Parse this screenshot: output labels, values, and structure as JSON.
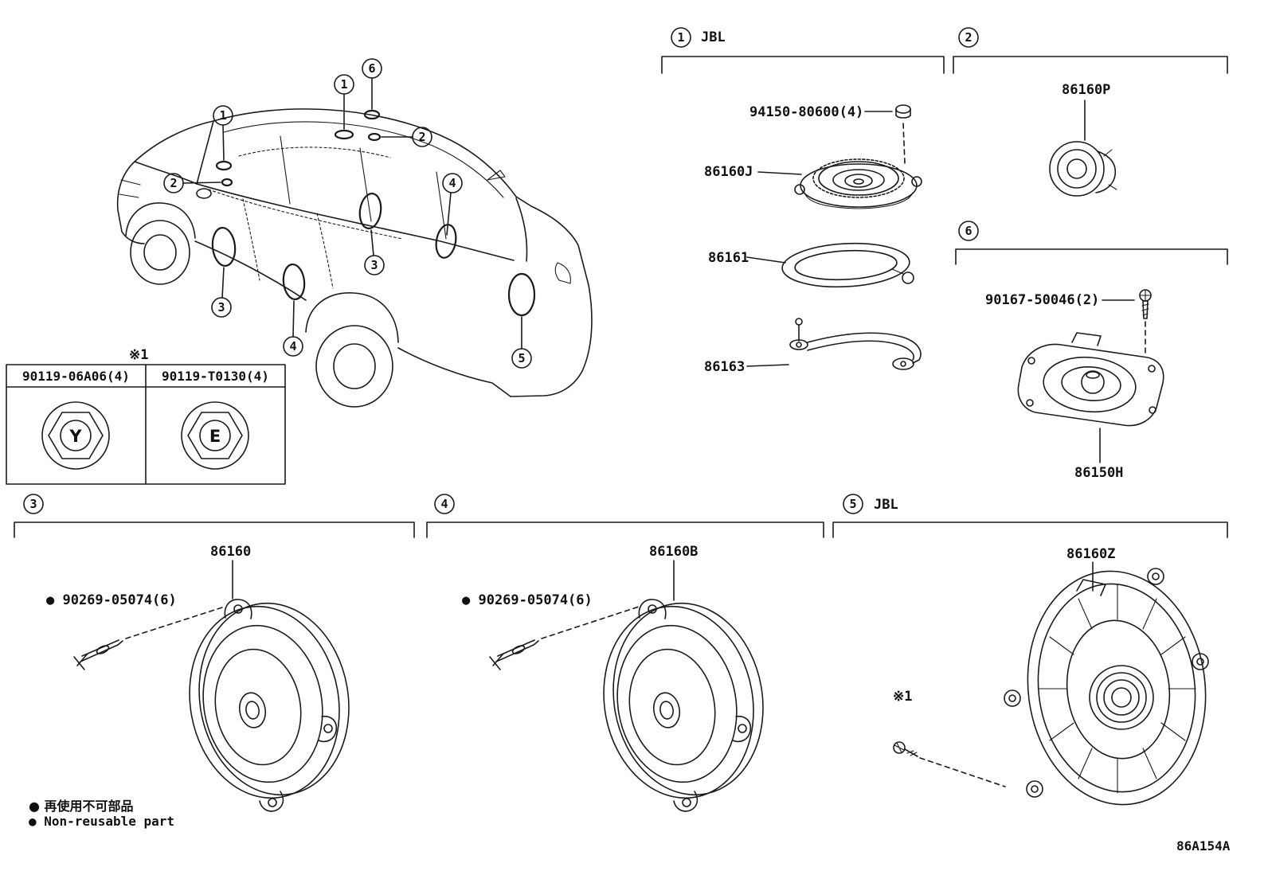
{
  "doc_code": "86A154A",
  "legend": {
    "jp": "● 再使用不可部品",
    "en": "● Non-reusable part"
  },
  "fastener_box": {
    "note": "※1",
    "cells": [
      {
        "part_no": "90119-06A06(4)",
        "letter": "Y"
      },
      {
        "part_no": "90119-T0130(4)",
        "letter": "E"
      }
    ]
  },
  "car_callouts": [
    {
      "n": "1"
    },
    {
      "n": "6"
    },
    {
      "n": "1"
    },
    {
      "n": "2"
    },
    {
      "n": "2"
    },
    {
      "n": "4"
    },
    {
      "n": "3"
    },
    {
      "n": "3"
    },
    {
      "n": "4"
    },
    {
      "n": "5"
    }
  ],
  "sections": {
    "s1": {
      "num": "1",
      "brand": "JBL",
      "nut": "94150-80600(4)",
      "speaker": "86160J",
      "gasket": "86161",
      "bracket": "86163"
    },
    "s2": {
      "num": "2",
      "tweeter": "86160P"
    },
    "s6": {
      "num": "6",
      "screw": "90167-50046(2)",
      "speaker": "86150H"
    },
    "s3": {
      "num": "3",
      "speaker": "86160",
      "clip": "● 90269-05074(6)"
    },
    "s4": {
      "num": "4",
      "speaker": "86160B",
      "clip": "● 90269-05074(6)"
    },
    "s5": {
      "num": "5",
      "brand": "JBL",
      "speaker": "86160Z",
      "note": "※1"
    }
  }
}
